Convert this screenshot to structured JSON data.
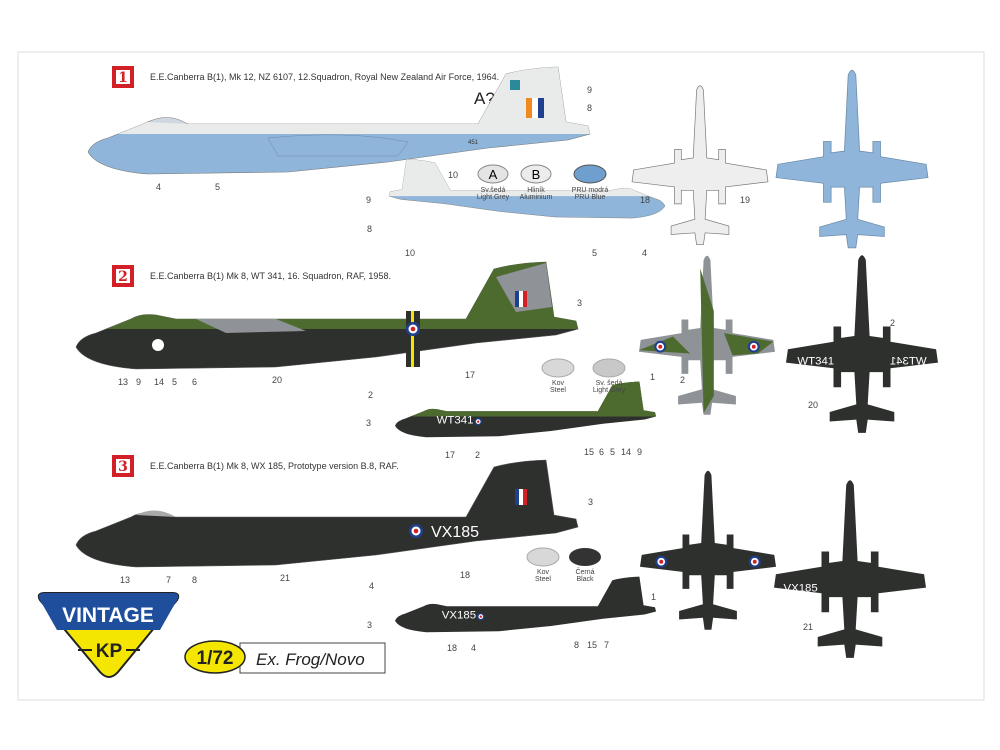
{
  "profiles": [
    {
      "number": "1",
      "title": "E.E.Canberra B(1), Mk 12, NZ 6107, 12.Squadron, Royal New Zealand Air Force, 1964.",
      "code": "A?B",
      "serial_small": "451",
      "callouts": [
        "9",
        "8",
        "10",
        "4",
        "5",
        "9",
        "8",
        "10",
        "5",
        "4",
        "18",
        "19"
      ]
    },
    {
      "number": "2",
      "title": "E.E.Canberra B(1) Mk 8,  WT 341, 16. Squadron, RAF, 1958.",
      "serial": "WT341",
      "callouts": [
        "3",
        "13",
        "9",
        "14",
        "5",
        "6",
        "20",
        "2",
        "17",
        "3",
        "17",
        "2",
        "15",
        "6",
        "5",
        "14",
        "9",
        "1",
        "2",
        "2",
        "20"
      ]
    },
    {
      "number": "3",
      "title": "E.E.Canberra B(1) Mk 8, WX 185, Prototype version B.8, RAF.",
      "serial": "VX185",
      "callouts": [
        "3",
        "13",
        "7",
        "8",
        "21",
        "4",
        "18",
        "3",
        "18",
        "4",
        "8",
        "15",
        "7",
        "1",
        "21"
      ]
    }
  ],
  "swatches": [
    {
      "letter": "A",
      "cz": "Sv.šedá",
      "en": "Light Grey",
      "color": "#e4e4e4"
    },
    {
      "letter": "B",
      "cz": "Hliník",
      "en": "Aluminium",
      "color": "#ececec"
    },
    {
      "letter": "",
      "cz": "PRU modrá",
      "en": "PRU Blue",
      "color": "#6f9fcf"
    },
    {
      "letter": "",
      "cz": "Kov",
      "en": "Steel",
      "color": "#d8d8d8"
    },
    {
      "letter": "",
      "cz": "Sv. šedá",
      "en": "Light Grey",
      "color": "#c8c8c8"
    },
    {
      "letter": "",
      "cz": "Kov",
      "en": "Steel",
      "color": "#d8d8d8"
    },
    {
      "letter": "",
      "cz": "Černá",
      "en": "Black",
      "color": "#333333"
    }
  ],
  "logo": {
    "top": "VINTAGE",
    "bottom": "KP"
  },
  "scale": {
    "value": "1/72",
    "note": "Ex. Frog/Novo"
  },
  "colors": {
    "pru_blue": "#8fb6da",
    "light_grey": "#e9eaea",
    "green": "#4d6b2f",
    "grey": "#8f9296",
    "black": "#2e302e",
    "red": "#d32027",
    "yellow": "#f4e600",
    "logo_blue": "#1f4e9c"
  }
}
